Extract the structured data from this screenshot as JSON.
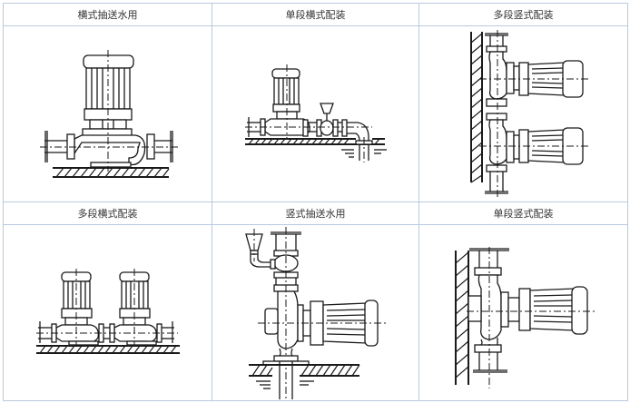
{
  "table": {
    "rows": [
      {
        "cells": [
          {
            "caption": "横式抽送水用",
            "diagram": "horizontal-water-transfer"
          },
          {
            "caption": "单段横式配装",
            "diagram": "single-stage-horizontal"
          },
          {
            "caption": "多段竖式配装",
            "diagram": "multi-stage-vertical"
          }
        ]
      },
      {
        "cells": [
          {
            "caption": "多段横式配装",
            "diagram": "multi-stage-horizontal"
          },
          {
            "caption": "竖式抽送水用",
            "diagram": "vertical-water-transfer"
          },
          {
            "caption": "单段竖式配装",
            "diagram": "single-stage-vertical"
          }
        ]
      }
    ]
  },
  "colors": {
    "grid_border": "#b7cadf",
    "caption_text": "#333333",
    "drawing_ink": "#1a1a1a"
  }
}
